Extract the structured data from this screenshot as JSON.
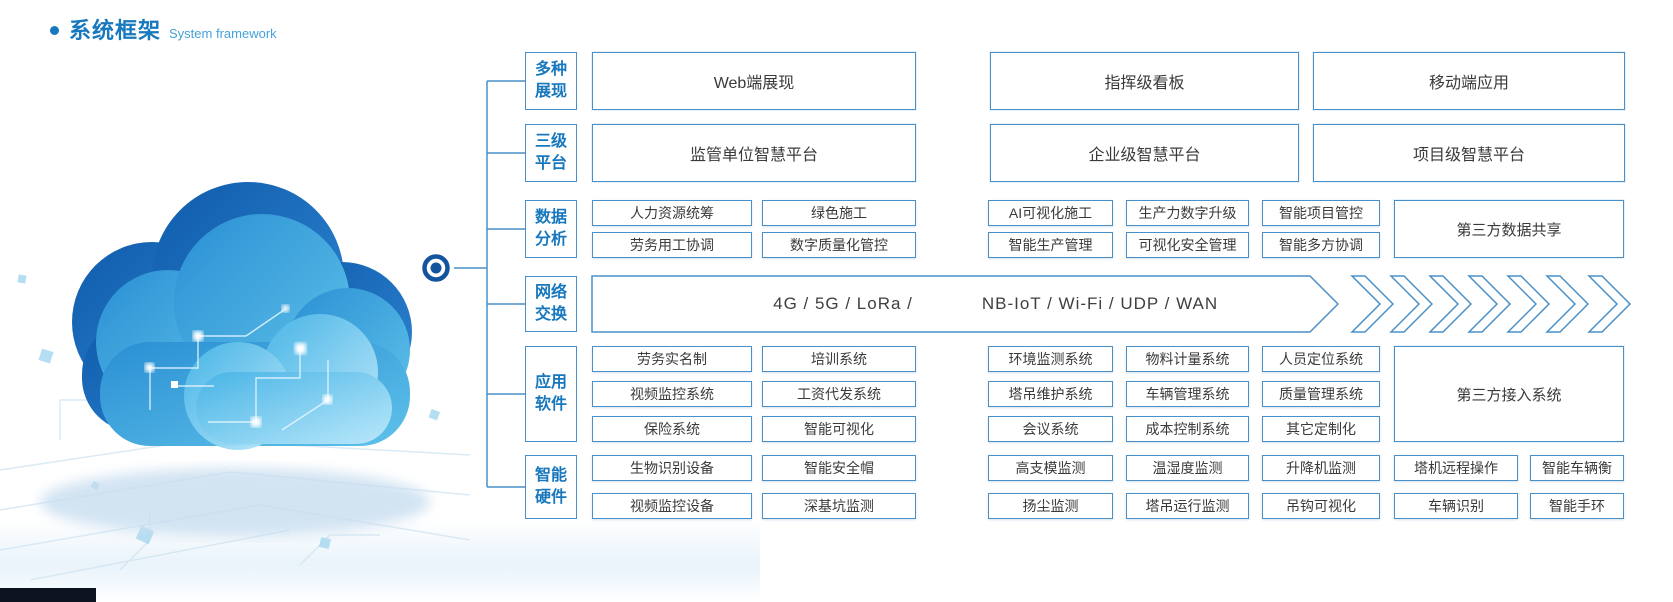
{
  "title": {
    "zh": "系统框架",
    "en": "System framework"
  },
  "colors": {
    "primary_blue": "#1878be",
    "border_blue": "#4a90c8",
    "text_dark": "#3a3a3a",
    "cloud_cyan": "#4fc3ee"
  },
  "framework": {
    "row_labels": [
      "多种\n展现",
      "三级\n平台",
      "数据\n分析",
      "网络\n交换",
      "应用\n软件",
      "智能\n硬件"
    ],
    "display_row": [
      "Web端展现",
      "指挥级看板",
      "移动端应用"
    ],
    "platform_row": [
      "监管单位智慧平台",
      "企业级智慧平台",
      "项目级智慧平台"
    ],
    "data_row": {
      "left": [
        [
          "人力资源统筹",
          "绿色施工"
        ],
        [
          "劳务用工协调",
          "数字质量化管控"
        ]
      ],
      "mid": [
        [
          "AI可视化施工",
          "生产力数字升级",
          "智能项目管控"
        ],
        [
          "智能生产管理",
          "可视化安全管理",
          "智能多方协调"
        ]
      ],
      "big": "第三方数据共享"
    },
    "network_row": {
      "left_text": "4G / 5G / LoRa /",
      "right_text": "NB-IoT / Wi-Fi / UDP / WAN"
    },
    "app_row": {
      "left": [
        [
          "劳务实名制",
          "培训系统"
        ],
        [
          "视频监控系统",
          "工资代发系统"
        ],
        [
          "保险系统",
          "智能可视化"
        ]
      ],
      "mid": [
        [
          "环境监测系统",
          "物料计量系统",
          "人员定位系统"
        ],
        [
          "塔吊维护系统",
          "车辆管理系统",
          "质量管理系统"
        ],
        [
          "会议系统",
          "成本控制系统",
          "其它定制化"
        ]
      ],
      "big": "第三方接入系统"
    },
    "hardware_row": {
      "left": [
        [
          "生物识别设备",
          "智能安全帽"
        ],
        [
          "视频监控设备",
          "深基坑监测"
        ]
      ],
      "right": [
        [
          "高支模监测",
          "温湿度监测",
          "升降机监测",
          "塔机远程操作",
          "智能车辆衡"
        ],
        [
          "扬尘监测",
          "塔吊运行监测",
          "吊钩可视化",
          "车辆识别",
          "智能手环"
        ]
      ]
    }
  }
}
